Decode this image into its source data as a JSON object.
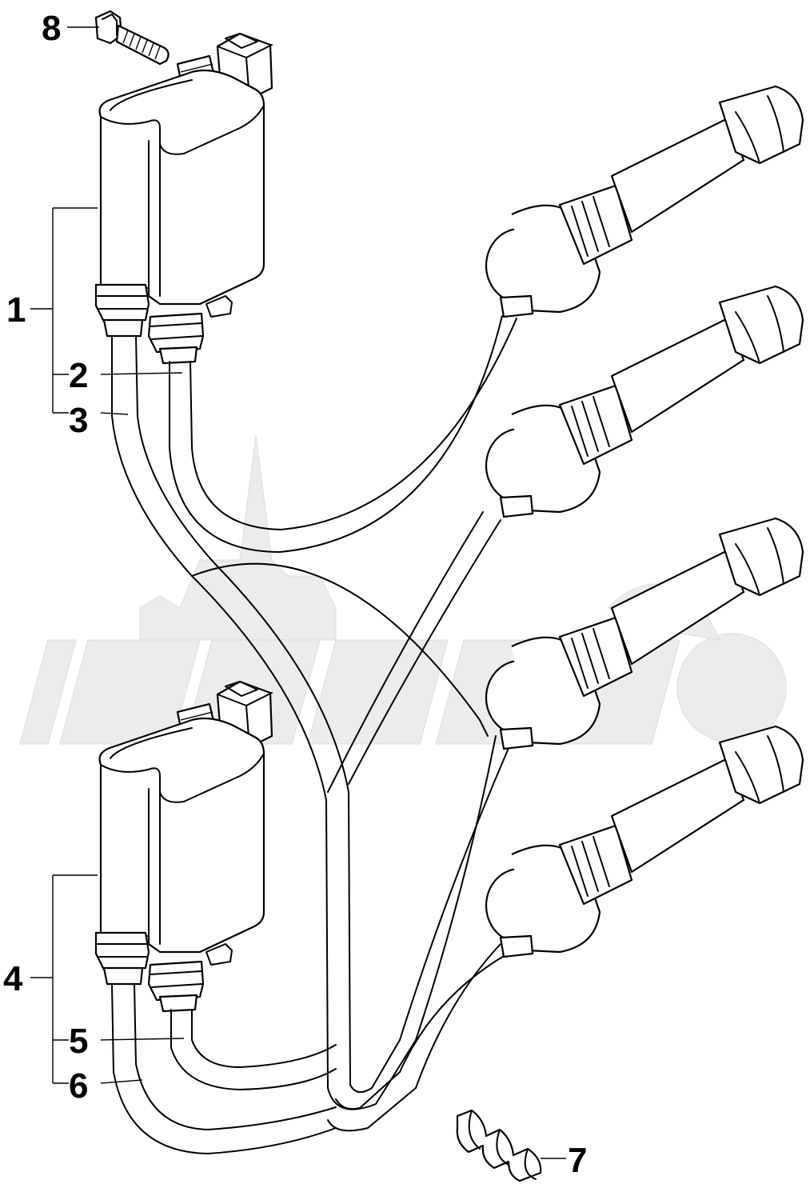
{
  "diagram": {
    "callouts": [
      {
        "id": "1",
        "label": "1"
      },
      {
        "id": "2",
        "label": "2"
      },
      {
        "id": "3",
        "label": "3"
      },
      {
        "id": "4",
        "label": "4"
      },
      {
        "id": "5",
        "label": "5"
      },
      {
        "id": "6",
        "label": "6"
      },
      {
        "id": "7",
        "label": "7"
      },
      {
        "id": "8",
        "label": "8"
      }
    ],
    "colors": {
      "line": "#000000",
      "background": "#ffffff",
      "watermark": "#ececec"
    }
  }
}
